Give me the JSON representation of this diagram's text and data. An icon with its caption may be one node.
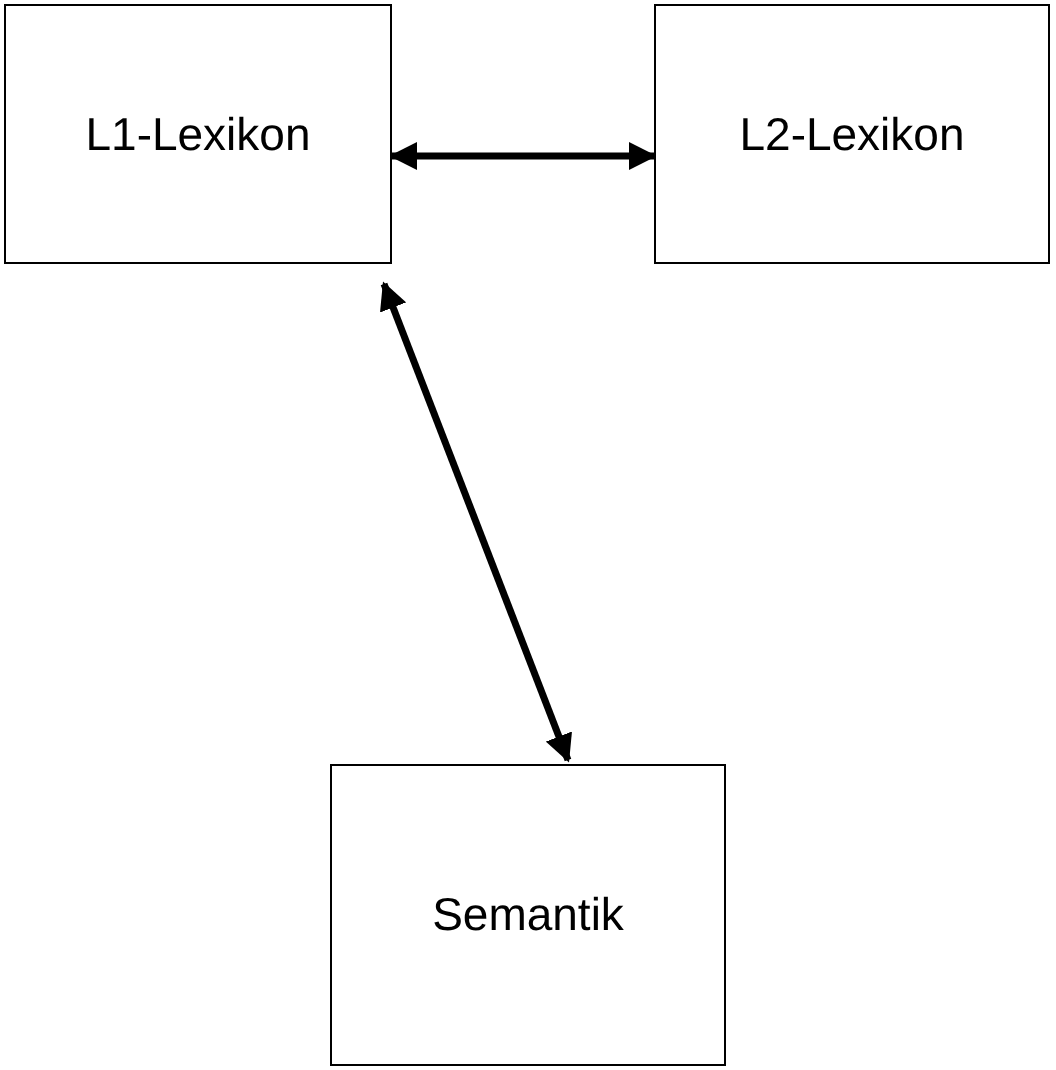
{
  "diagram": {
    "nodes": [
      {
        "text": [
          "L1-Lexikon"
        ]
      },
      {
        "text": [
          "L2-Lexikon"
        ]
      },
      {
        "text": [
          "Semantik"
        ]
      }
    ],
    "edges": [
      {
        "from": 0,
        "to": 1,
        "arrow": "both"
      },
      {
        "from": 0,
        "to": 2,
        "arrow": "both"
      }
    ]
  }
}
